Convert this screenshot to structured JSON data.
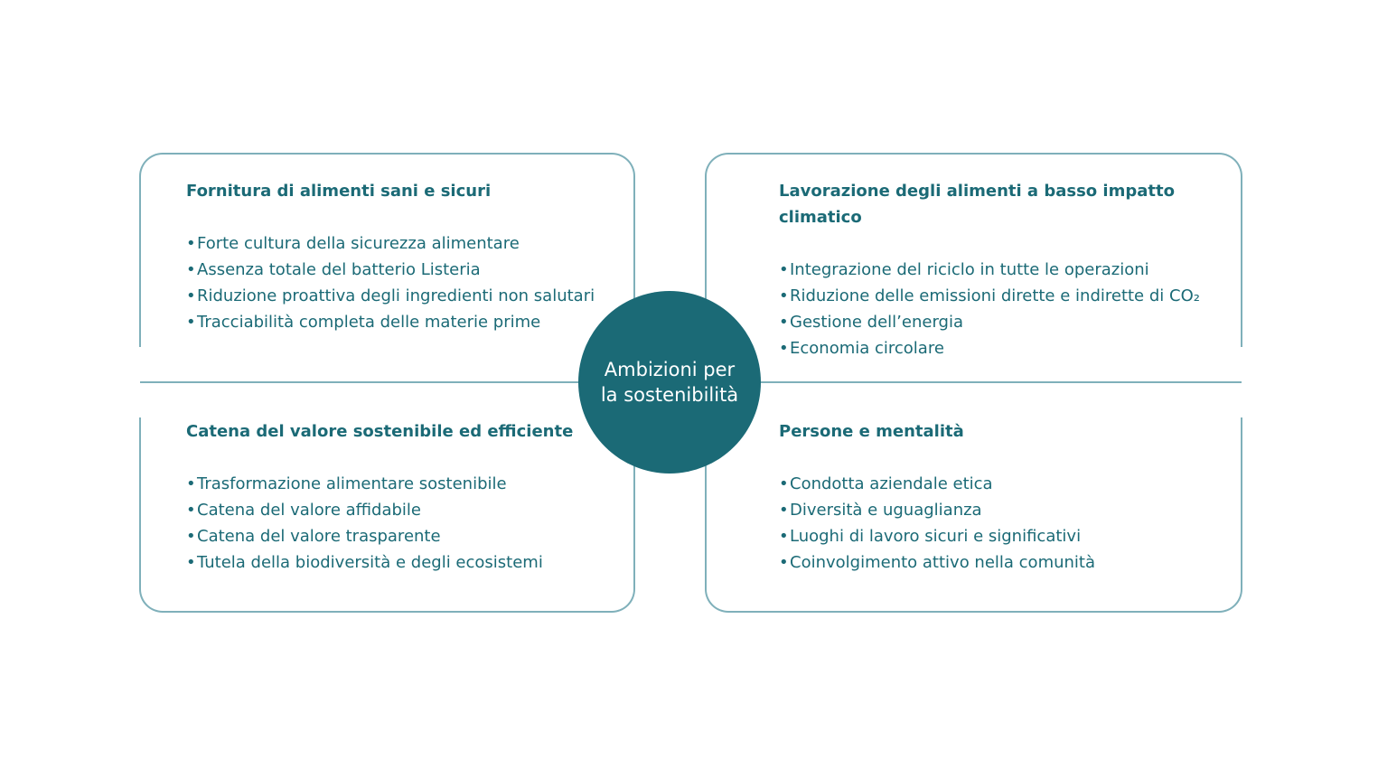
{
  "center": {
    "line1": "Ambizioni per",
    "line2": "la sostenibilità"
  },
  "quadrants": {
    "top_left": {
      "title": "Fornitura di alimenti sani e sicuri",
      "items": [
        "Forte cultura della sicurezza alimentare",
        "Assenza totale del batterio Listeria",
        "Riduzione proattiva degli ingredienti non salutari",
        "Tracciabilità completa delle materie prime"
      ]
    },
    "top_right": {
      "title_line1": "Lavorazione degli alimenti a basso impatto",
      "title_line2": "climatico",
      "items": [
        "Integrazione del riciclo in tutte le operazioni",
        "Riduzione delle emissioni dirette e indirette di CO₂",
        "Gestione dell’energia",
        "Economia circolare"
      ]
    },
    "bottom_left": {
      "title": "Catena del valore sostenibile ed efficiente",
      "items": [
        "Trasformazione alimentare sostenibile",
        "Catena del valore affidabile",
        "Catena del valore trasparente",
        "Tutela della biodiversità e degli ecosistemi"
      ]
    },
    "bottom_right": {
      "title": "Persone e mentalità",
      "items": [
        "Condotta aziendale etica",
        "Diversità e uguaglianza",
        "Luoghi di lavoro sicuri e significativi",
        "Coinvolgimento attivo nella comunità"
      ]
    }
  },
  "bullet_symbol": "•",
  "colors": {
    "accent": "#1b6a76",
    "border": "#7fb0ba"
  }
}
